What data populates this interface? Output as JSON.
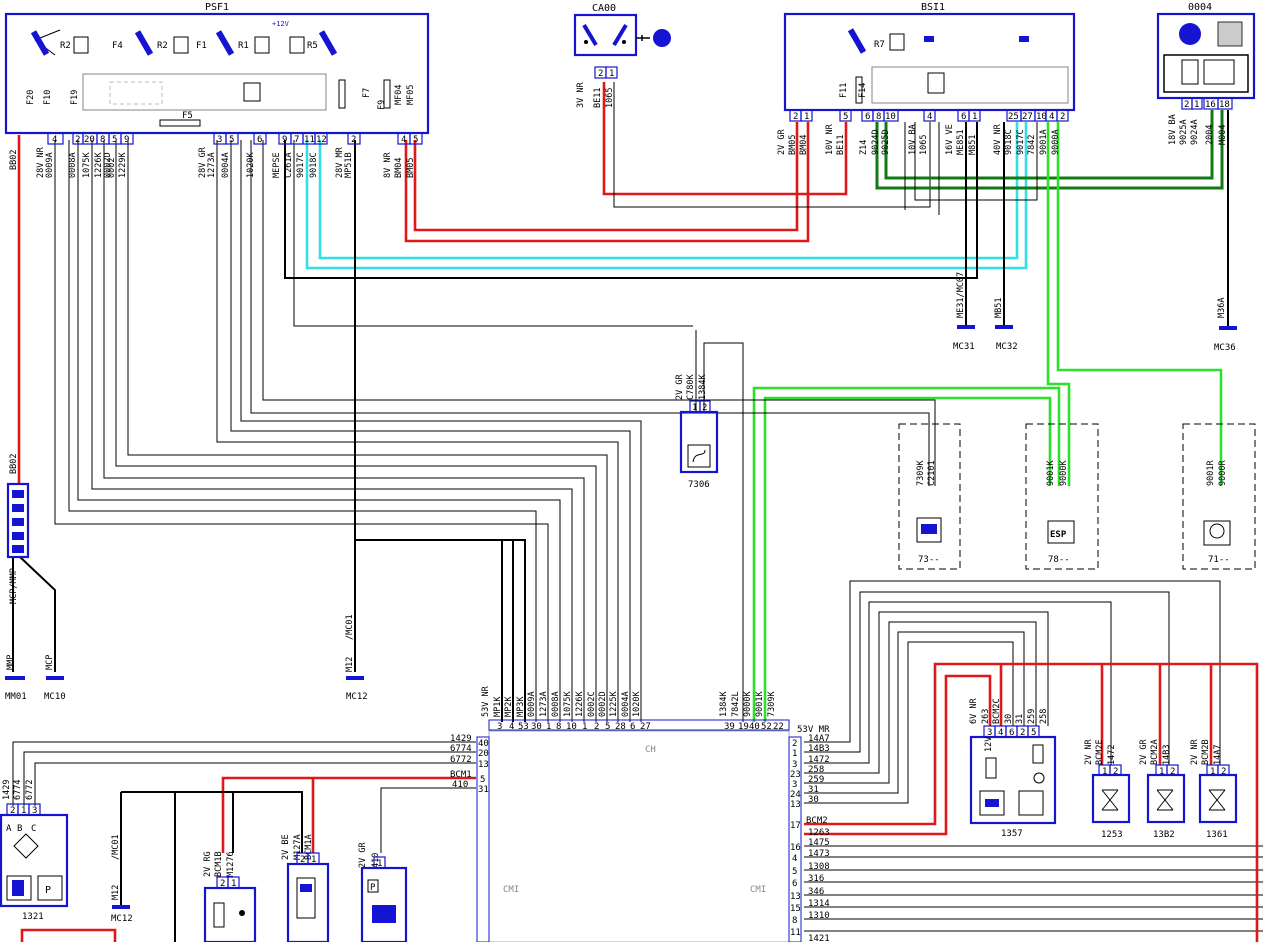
{
  "components": {
    "psf1": {
      "title": "PSF1",
      "inner": [
        "R2",
        "F4",
        "R2",
        "F1",
        "R1",
        "R5",
        "F5",
        "F20",
        "F10",
        "F19",
        "F7",
        "F9",
        "MF04",
        "MF05",
        "+12V"
      ],
      "pins": [
        "4",
        "2",
        "20",
        "8",
        "5",
        "9",
        "3",
        "5",
        "6",
        "9",
        "7",
        "11",
        "12",
        "2",
        "4",
        "5"
      ]
    },
    "ca00": {
      "title": "CA00",
      "pins": [
        "2",
        "1"
      ],
      "conn": "3V NR",
      "wires": [
        "BE11",
        "1065"
      ]
    },
    "bsi1": {
      "title": "BSI1",
      "inner": [
        "R7",
        "F11",
        "F14"
      ],
      "pins": [
        "2",
        "1",
        "5",
        "6",
        "8",
        "10",
        "4",
        "6",
        "1",
        "25",
        "27",
        "10",
        "4",
        "2"
      ]
    },
    "c0004": {
      "title": "0004",
      "pins": [
        "2",
        "1",
        "16",
        "18"
      ],
      "conn": "18V BA",
      "wires": [
        "9025A",
        "9024A",
        "2004",
        "M004"
      ]
    },
    "c7306": {
      "title": "7306",
      "pins": [
        "1",
        "2"
      ],
      "conn": "2V GR",
      "wires": [
        "C780K",
        "1384K"
      ]
    },
    "c73": {
      "title": "73--",
      "wires": [
        "7309K",
        "C2101"
      ]
    },
    "c78": {
      "title": "78--",
      "badge": "ESP",
      "wires": [
        "9001K",
        "9000K"
      ]
    },
    "c71": {
      "title": "71--",
      "wires": [
        "9001R",
        "9000R"
      ]
    },
    "cm1": {
      "ch": "CH",
      "left": "CMI",
      "right": "CMI",
      "top_left_conn": "53V NR",
      "top_right_conn": "53V MR",
      "top_left_pins": [
        "3",
        "4",
        "53",
        "30",
        "1",
        "8",
        "10",
        "1",
        "2",
        "5",
        "28",
        "6",
        "27"
      ],
      "top_left_wires": [
        "MP1K",
        "MP2K",
        "MP3K",
        "0009A",
        "1273A",
        "0008A",
        "1075K",
        "1226K",
        "0002C",
        "0002D",
        "1225K",
        "0004A",
        "1020K"
      ],
      "top_right_pins": [
        "39",
        "19",
        "40",
        "52",
        "22"
      ],
      "top_right_wires": [
        "1384K",
        "7842L",
        "9000K",
        "9001K",
        "7309K"
      ],
      "left_pins": [
        "40",
        "20",
        "13",
        "5",
        "31"
      ],
      "left_wires": [
        "1429",
        "6774",
        "6772",
        "BCM1",
        "410"
      ],
      "right_pins": [
        "2",
        "1",
        "3",
        "23",
        "3",
        "24",
        "13",
        "17",
        "16",
        "4",
        "5",
        "6",
        "13",
        "15",
        "8",
        "11"
      ],
      "right_wires": [
        "14A7",
        "14B3",
        "1472",
        "258",
        "259",
        "31",
        "30",
        "BCM2",
        "1263",
        "1475",
        "1473",
        "1308",
        "316",
        "346",
        "1314",
        "1310",
        "1421"
      ]
    },
    "c1321": {
      "title": "1321",
      "pins": [
        "2",
        "1",
        "3"
      ],
      "letters": [
        "A",
        "B",
        "C"
      ],
      "wires": [
        "1429",
        "6774",
        "6772"
      ]
    },
    "c1357": {
      "title": "1357",
      "conn": "6V NR",
      "pins": [
        "3",
        "4",
        "6",
        "2",
        "5"
      ],
      "wires": [
        "263",
        "BCM2C",
        "30",
        "31",
        "259",
        "258"
      ],
      "volt": "12V"
    },
    "c1253": {
      "title": "1253",
      "conn": "2V NR",
      "pins": [
        "1",
        "2"
      ],
      "wires": [
        "BCM2E",
        "1472"
      ]
    },
    "c13b2": {
      "title": "13B2",
      "conn": "2V GR",
      "pins": [
        "1",
        "2"
      ],
      "wires": [
        "BCM2A",
        "14B3"
      ]
    },
    "c1361": {
      "title": "1361",
      "conn": "2V NR",
      "pins": [
        "1",
        "2"
      ],
      "wires": [
        "BCM2B",
        "14A7"
      ]
    },
    "c_bcm1b": {
      "conn": "2V RG",
      "pins": [
        "2",
        "1"
      ],
      "wires": [
        "BCM1B",
        "M1276"
      ]
    },
    "c_bcm1a": {
      "conn": "2V BE",
      "pins": [
        "2",
        "1"
      ],
      "wires": [
        "M127A",
        "BCM1A"
      ]
    },
    "c_410": {
      "conn": "2V GR",
      "pins": [
        "1"
      ],
      "wires": [
        "410"
      ]
    }
  },
  "wire_labels": {
    "psf1_left": [
      "28V NR",
      "0009A",
      "0008A",
      "1075K",
      "1226K",
      "0002D",
      "0002",
      "1229K"
    ],
    "psf1_mid": [
      "28V GR",
      "1273A",
      "0004A",
      "1020K",
      "MEPSE",
      "C261A",
      "9017C",
      "9018C",
      "28V MR",
      "MP51B",
      "8V NR",
      "BM04",
      "BM05"
    ],
    "bsi1_left": [
      "2V GR",
      "BM05",
      "BM04",
      "10V NR",
      "BE11"
    ],
    "bsi1_mid": [
      "Z14",
      "9024D",
      "9025D",
      "10V BA",
      "1065",
      "16V VE",
      "ME851",
      "M851",
      "40V NR",
      "9018C",
      "9017C",
      "7842",
      "9001A",
      "9000A"
    ],
    "bb02": "BB02",
    "bb02b": "BB02",
    "mcp": "MCP/MMP"
  },
  "grounds": {
    "mc31": "MC31",
    "mc31w": "ME31/MC07",
    "mc32": "MC32",
    "mc32w": "MB51",
    "mc36": "MC36",
    "mc36w": "M36A",
    "mm01": "MM01",
    "mm01w": "MMP",
    "mc10": "MC10",
    "mc10w": "MCP",
    "mc12a": "MC12",
    "mc12aw": "M12",
    "mc12ac": "/MC01",
    "mc12b": "MC12",
    "mc12bw": "M12",
    "mc12bc": "/MC01"
  },
  "colors": {
    "red": "#e01818",
    "cyan": "#30e0e8",
    "green": "#2ee02e",
    "dkgreen": "#127a12",
    "box": "#1414d2",
    "black": "#000000"
  }
}
